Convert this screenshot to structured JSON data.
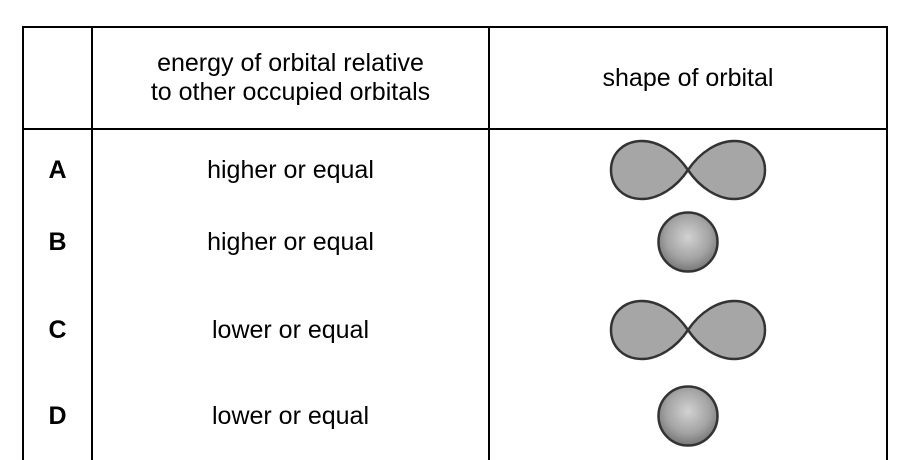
{
  "table": {
    "headers": {
      "option": "",
      "energy": [
        "energy of orbital relative",
        "to other occupied orbitals"
      ],
      "shape": "shape of orbital"
    },
    "rows": [
      {
        "option": "A",
        "energy": "higher or equal",
        "shape_icon": "p-orbital-icon"
      },
      {
        "option": "B",
        "energy": "higher or equal",
        "shape_icon": "s-orbital-icon"
      },
      {
        "option": "C",
        "energy": "lower or equal",
        "shape_icon": "p-orbital-icon"
      },
      {
        "option": "D",
        "energy": "lower or equal",
        "shape_icon": "s-orbital-icon"
      }
    ],
    "colors": {
      "orbital_fill": "#a6a6a6",
      "orbital_stroke": "#333333",
      "grid": "#000000"
    }
  }
}
